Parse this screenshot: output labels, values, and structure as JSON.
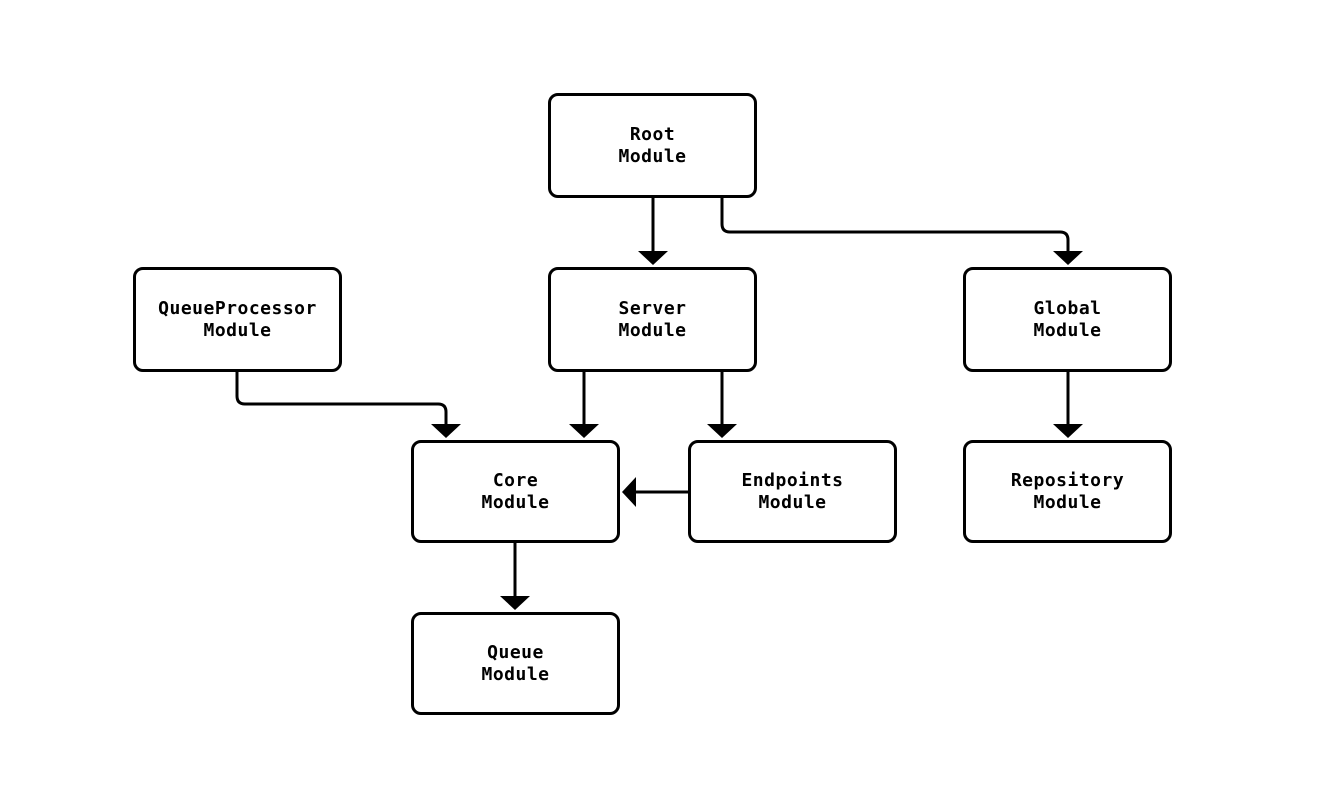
{
  "diagram": {
    "type": "flowchart",
    "direction": "top-down",
    "colors": {
      "background": "#ffffff",
      "node_fill": "#ffffff",
      "node_border": "#000000",
      "edge_stroke": "#000000",
      "text": "#000000"
    },
    "nodes": {
      "root": {
        "line1": "Root",
        "line2": "Module"
      },
      "queueprocessor": {
        "line1": "QueueProcessor",
        "line2": "Module"
      },
      "server": {
        "line1": "Server",
        "line2": "Module"
      },
      "global": {
        "line1": "Global",
        "line2": "Module"
      },
      "core": {
        "line1": "Core",
        "line2": "Module"
      },
      "endpoints": {
        "line1": "Endpoints",
        "line2": "Module"
      },
      "repository": {
        "line1": "Repository",
        "line2": "Module"
      },
      "queue": {
        "line1": "Queue",
        "line2": "Module"
      }
    },
    "edges": [
      {
        "from": "Root Module",
        "to": "Server Module"
      },
      {
        "from": "Root Module",
        "to": "Global Module"
      },
      {
        "from": "QueueProcessor Module",
        "to": "Core Module"
      },
      {
        "from": "Server Module",
        "to": "Core Module"
      },
      {
        "from": "Server Module",
        "to": "Endpoints Module"
      },
      {
        "from": "Endpoints Module",
        "to": "Core Module"
      },
      {
        "from": "Global Module",
        "to": "Repository Module"
      },
      {
        "from": "Core Module",
        "to": "Queue Module"
      }
    ]
  }
}
